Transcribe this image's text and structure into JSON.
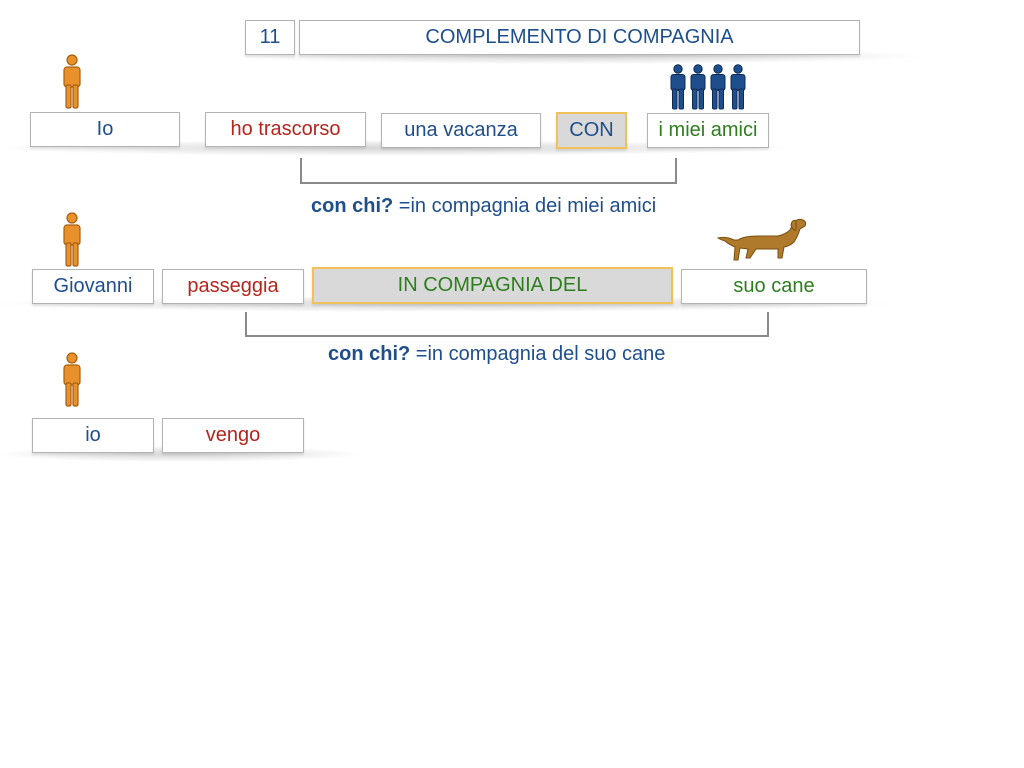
{
  "header": {
    "number": "11",
    "title": "COMPLEMENTO DI COMPAGNIA"
  },
  "sentence1": {
    "subject": "Io",
    "verb": "ho trascorso",
    "object": "una vacanza",
    "connector": "CON",
    "companion": "i miei amici",
    "question": "con chi?",
    "answer": "=in compagnia dei miei amici"
  },
  "sentence2": {
    "subject": "Giovanni",
    "verb": "passeggia",
    "connector": "IN COMPAGNIA DEL",
    "companion": "suo cane",
    "question": "con chi?",
    "answer": "=in compagnia del suo cane"
  },
  "sentence3": {
    "subject": "io",
    "verb": "vengo"
  },
  "colors": {
    "subject_text": "#1f4e8c",
    "verb_text": "#b3261e",
    "complement_text": "#2e7d1f",
    "person_icon": "#e8902a",
    "group_icon": "#1f4e8c",
    "dog_icon": "#b07a2c",
    "connector_fill": "#d9d9d9",
    "connector_border": "#f0c05a"
  },
  "icons": {
    "person": "person-icon",
    "group": "group-icon",
    "dog": "dog-icon"
  }
}
